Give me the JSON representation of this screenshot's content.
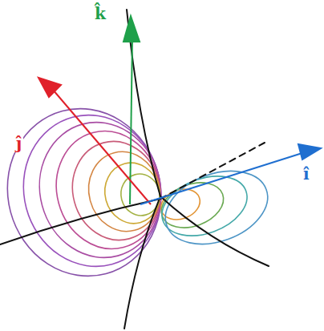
{
  "diagram": {
    "labels": [
      "k̂",
      "ĵ",
      "î"
    ]
  }
}
